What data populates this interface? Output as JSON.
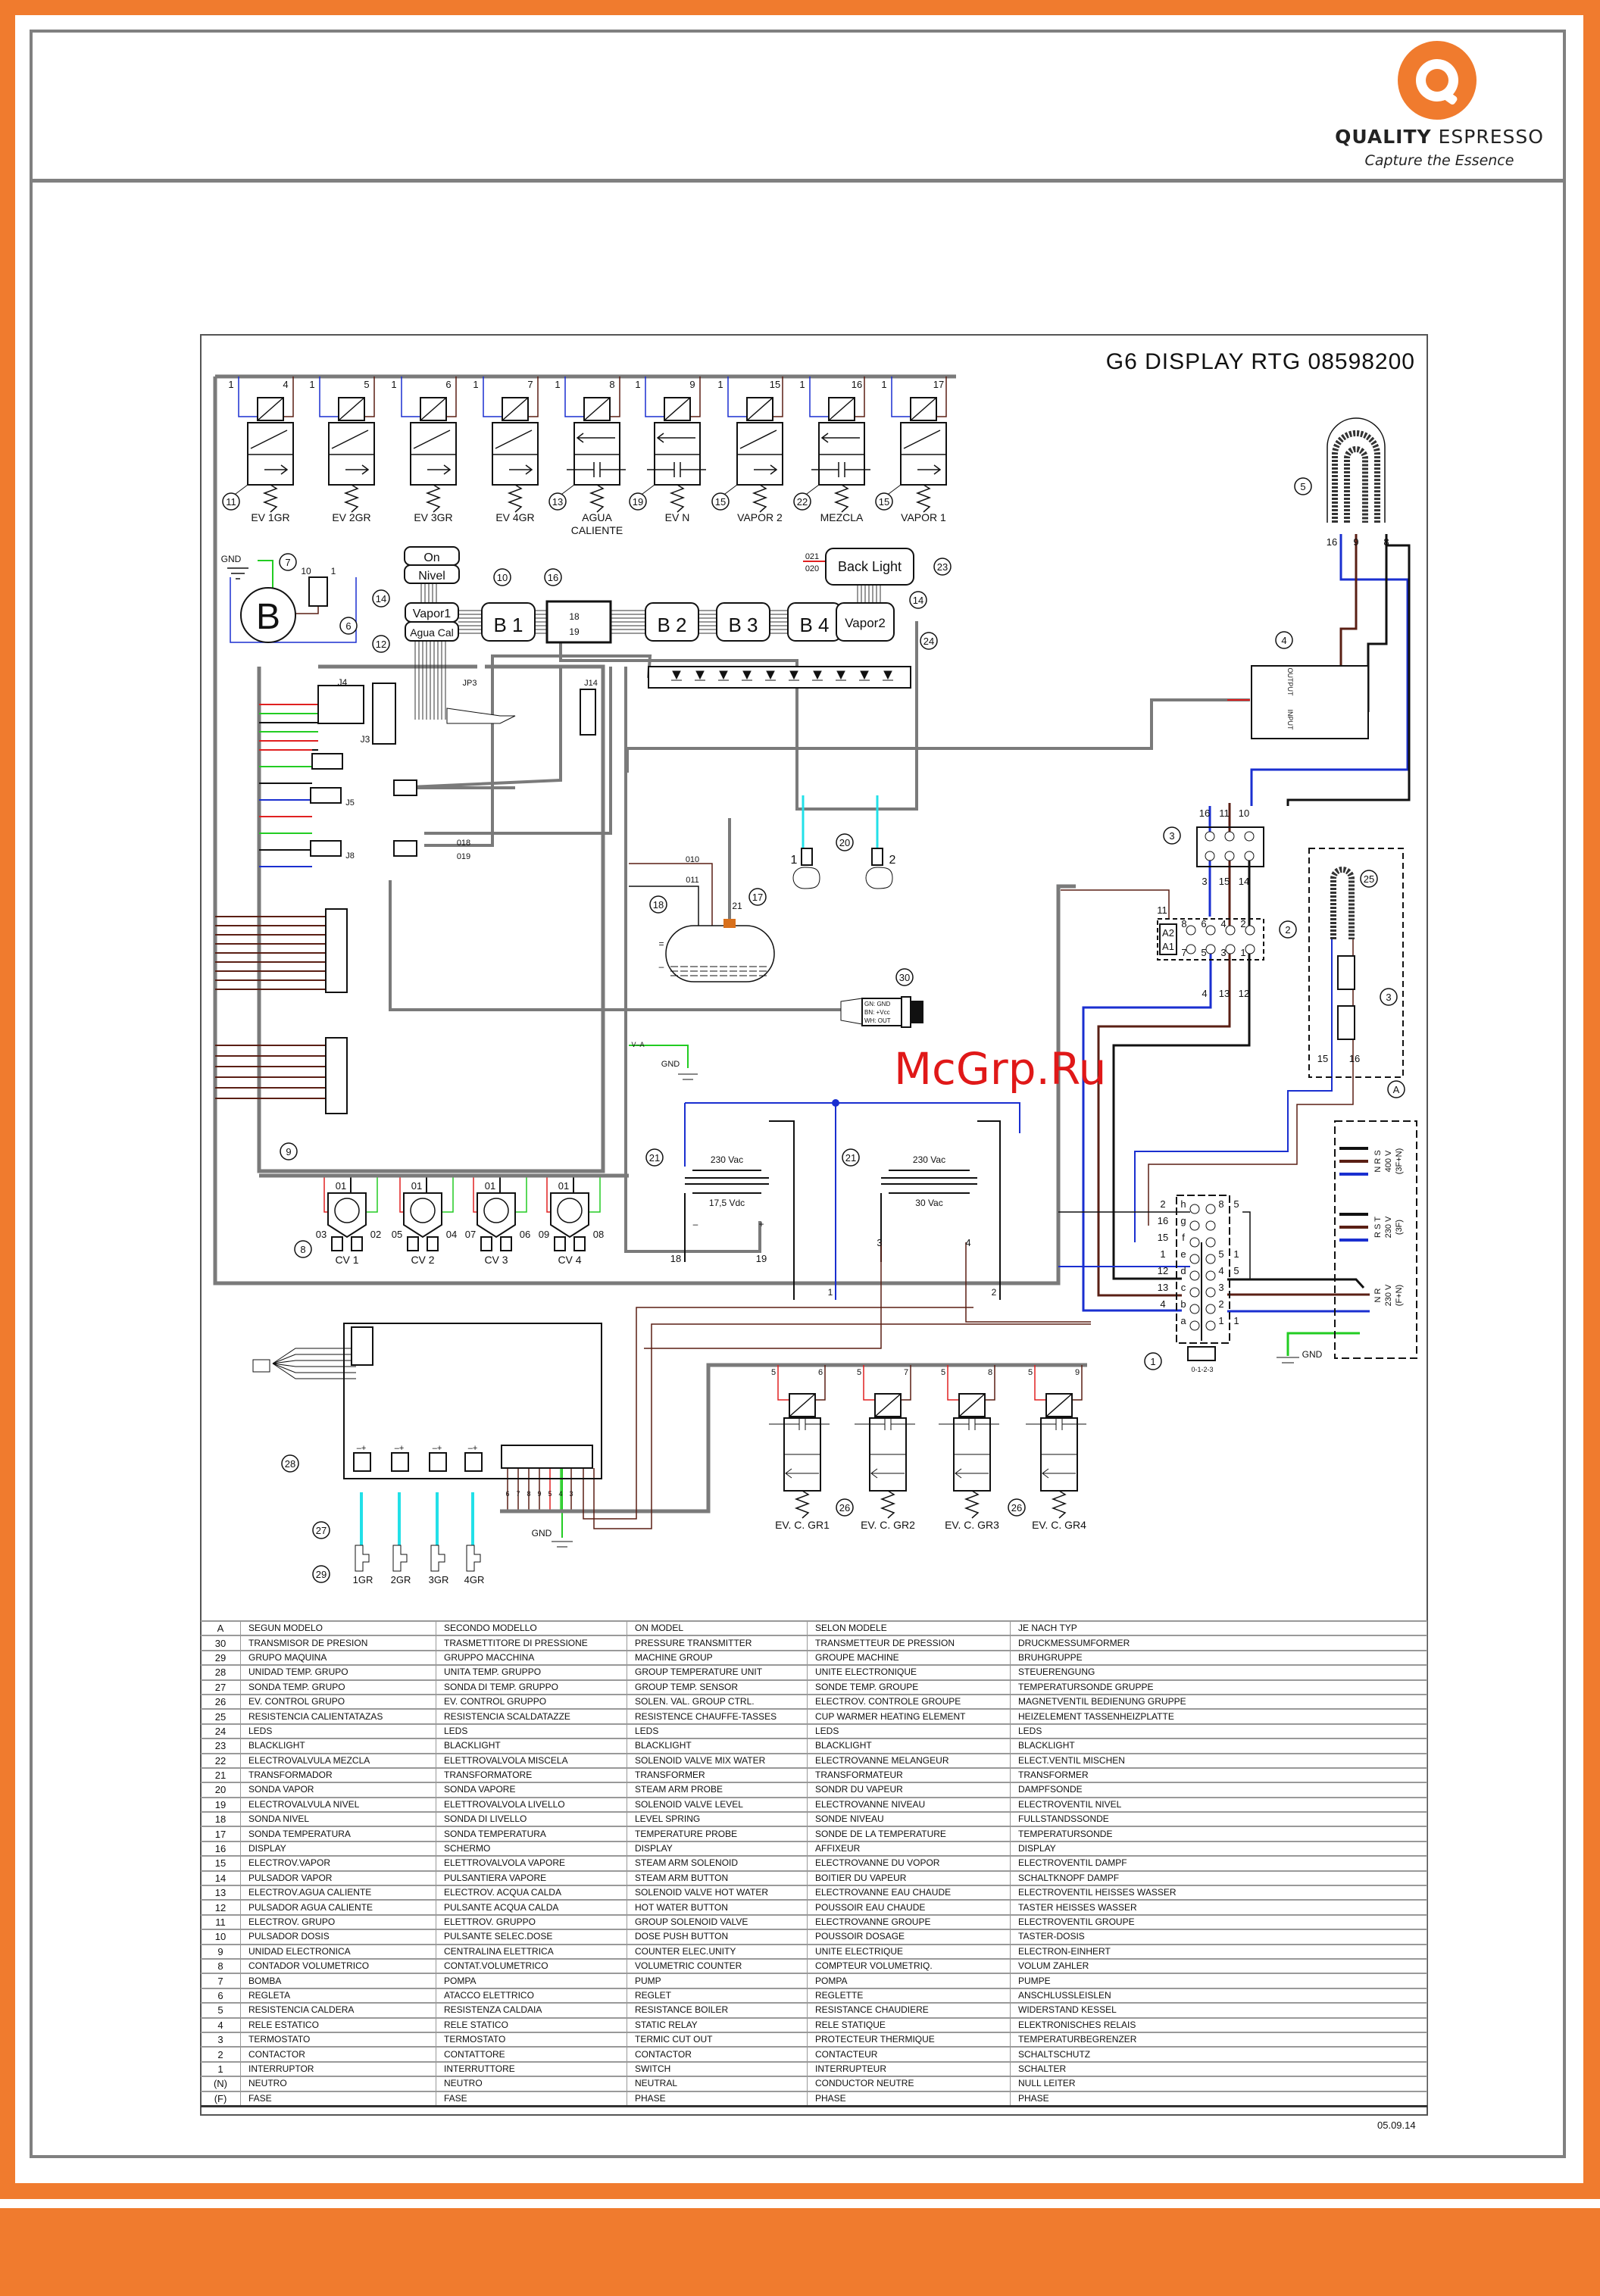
{
  "header": {
    "brand_bold": "QUALITY",
    "brand_light": "ESPRESSO",
    "tagline": "Capture the Essence"
  },
  "colors": {
    "brand_orange": "#F07B2E",
    "wire_blue": "#1a2fd0",
    "wire_brown": "#5a1f14",
    "wire_black": "#111111",
    "wire_green": "#22cc22",
    "wire_red": "#e02020",
    "wire_cyan": "#22e0e8",
    "harness_grey": "#7a7a7a"
  },
  "diagram": {
    "title": "G6 DISPLAY RTG 08598200",
    "top_valves": [
      {
        "left": "1",
        "right": "4",
        "callout": "11",
        "label": "EV 1GR",
        "label2": "",
        "type": "3way"
      },
      {
        "left": "1",
        "right": "5",
        "callout": "",
        "label": "EV 2GR",
        "label2": "",
        "type": "3way"
      },
      {
        "left": "1",
        "right": "6",
        "callout": "",
        "label": "EV 3GR",
        "label2": "",
        "type": "3way"
      },
      {
        "left": "1",
        "right": "7",
        "callout": "",
        "label": "EV 4GR",
        "label2": "",
        "type": "3way"
      },
      {
        "left": "1",
        "right": "8",
        "callout": "13",
        "label": "AGUA",
        "label2": "CALIENTE",
        "type": "2way"
      },
      {
        "left": "1",
        "right": "9",
        "callout": "19",
        "label": "EV  N",
        "label2": "",
        "type": "2way"
      },
      {
        "left": "1",
        "right": "15",
        "callout": "15",
        "label": "VAPOR  2",
        "label2": "",
        "type": "3way"
      },
      {
        "left": "1",
        "right": "16",
        "callout": "22",
        "label": "MEZCLA",
        "label2": "",
        "type": "2way"
      },
      {
        "left": "1",
        "right": "17",
        "callout": "15",
        "label": "VAPOR  1",
        "label2": "",
        "type": "3way"
      }
    ],
    "pump": {
      "letter": "B",
      "gnd": "GND",
      "callout": "7",
      "reglet_callout": "6",
      "reglet_left": "10",
      "reglet_right": "1"
    },
    "display_panel": {
      "on": "On",
      "nivel": "Nivel",
      "vapor1": "Vapor1",
      "agua_cal": "Agua Cal",
      "b1": "B 1",
      "b2": "B 2",
      "b3": "B 3",
      "b4": "B 4",
      "vapor2": "Vapor2",
      "back_light": "Back Light",
      "w021": "021",
      "w020": "020",
      "pin18": "18",
      "pin19": "19",
      "callout_vapor1": "14",
      "callout_agua": "12",
      "callout_b1": "10",
      "callout_display": "16",
      "callout_backlight": "23",
      "callout_vapor2": "14",
      "callout_leds": "24"
    },
    "control_unit": {
      "callout": "9",
      "j4": "J4",
      "j3": "J3",
      "jp3": "JP3",
      "j14": "J14",
      "j8": "J8",
      "j5": "J5",
      "w018": "018",
      "w019": "019"
    },
    "counters": [
      {
        "top": "01",
        "left": "03",
        "right": "02",
        "label": "CV  1"
      },
      {
        "top": "01",
        "left": "05",
        "right": "04",
        "label": "CV  2"
      },
      {
        "top": "01",
        "left": "07",
        "right": "06",
        "label": "CV  3"
      },
      {
        "top": "01",
        "left": "09",
        "right": "08",
        "label": "CV  4"
      }
    ],
    "counter_callout": "8",
    "boiler": {
      "w010": "010",
      "w011": "011",
      "w21": "21",
      "level_callout": "18",
      "temp_callout": "17",
      "eq": "=",
      "minus": "–"
    },
    "steam_probes": {
      "callout": "20",
      "p1": "1",
      "p2": "2"
    },
    "pressure_transmitter": {
      "callout": "30",
      "gn": "GN:  GND",
      "bn": "BN:  +Vcc",
      "wh": "WH:  OUT"
    },
    "gnd_va": {
      "va": "V–A",
      "gnd": "GND"
    },
    "transformers": [
      {
        "callout": "21",
        "primary": "230 Vac",
        "secondary": "17,5 Vdc",
        "minus": "–",
        "plus": "+",
        "out_left": "18",
        "out_right": "19"
      },
      {
        "callout": "21",
        "primary": "230 Vac",
        "secondary": "30  Vac",
        "out_left": "3",
        "out_right": "4"
      }
    ],
    "bus_numbers": {
      "n1": "1",
      "n2": "2"
    },
    "heater": {
      "callout": "5",
      "w16": "16",
      "w9": "9",
      "w8": "8"
    },
    "static_relay": {
      "callout": "4",
      "text_a": "OUTPUT",
      "text_b": "INPUT"
    },
    "thermostat": {
      "callout": "3",
      "top": [
        "16",
        "11",
        "10"
      ],
      "bottom": [
        "3",
        "15",
        "14"
      ]
    },
    "contactor": {
      "callout": "2",
      "a2": "A2",
      "a1": "A1",
      "w11": "11",
      "top": [
        "8",
        "6",
        "4",
        "2"
      ],
      "bottom": [
        "7",
        "5",
        "3",
        "1"
      ],
      "out": [
        "4",
        "13",
        "12"
      ]
    },
    "cup_warmer": {
      "callout": "25",
      "thermo_callout": "3",
      "w15": "15",
      "w16": "16",
      "group_callout": "A"
    },
    "main_switch": {
      "callout": "1",
      "positions": "0-1-2-3",
      "letters": [
        "h",
        "g",
        "f",
        "e",
        "d",
        "c",
        "b",
        "a"
      ],
      "left_wires": [
        "2",
        "16",
        "15",
        "1",
        "12",
        "13",
        "4",
        ""
      ],
      "right_nums": [
        "8",
        "",
        "",
        "5",
        "4",
        "3",
        "2",
        "1"
      ],
      "right_wires": [
        "5",
        "",
        "",
        "1",
        "5",
        "",
        "",
        "1"
      ]
    },
    "power_supply": {
      "group1": {
        "phases": "N   R   S",
        "voltage": "400 V",
        "config": "(3F+N)"
      },
      "group2": {
        "phases": "R   S   T",
        "voltage": "230 V",
        "config": "(3F)"
      },
      "group3": {
        "phases": "N   R",
        "voltage": "230 V",
        "config": "(F+N)"
      },
      "gnd": "GND"
    },
    "group_unit": {
      "callout": "28",
      "sensor_callout": "27",
      "button_callout": "29",
      "polarity": "–+",
      "gnd": "GND",
      "pins": [
        "6",
        "7",
        "8",
        "9",
        "5",
        "4",
        "3"
      ],
      "buttons": [
        "1GR",
        "2GR",
        "3GR",
        "4GR"
      ]
    },
    "group_valves": [
      {
        "left": "5",
        "right": "6",
        "label": "EV.  C.  GR1"
      },
      {
        "left": "5",
        "right": "7",
        "label": "EV.  C.  GR2"
      },
      {
        "left": "5",
        "right": "8",
        "label": "EV.  C.  GR3"
      },
      {
        "left": "5",
        "right": "9",
        "label": "EV.  C.  GR4"
      }
    ],
    "group_valves_callout": "26"
  },
  "legend": {
    "rows": [
      [
        "A",
        "SEGUN MODELO",
        "SECONDO MODELLO",
        "ON MODEL",
        "SELON MODELE",
        "JE NACH TYP"
      ],
      [
        "30",
        "TRANSMISOR DE PRESION",
        "TRASMETTITORE DI PRESSIONE",
        "PRESSURE TRANSMITTER",
        "TRANSMETTEUR DE PRESSION",
        "DRUCKMESSUMFORMER"
      ],
      [
        "29",
        "GRUPO MAQUINA",
        "GRUPPO MACCHINA",
        "MACHINE GROUP",
        "GROUPE MACHINE",
        "BRUHGRUPPE"
      ],
      [
        "28",
        "UNIDAD TEMP. GRUPO",
        "UNITA TEMP. GRUPPO",
        "GROUP TEMPERATURE UNIT",
        "UNITE ELECTRONIQUE",
        "STEUERENGUNG"
      ],
      [
        "27",
        "SONDA TEMP. GRUPO",
        "SONDA DI TEMP. GRUPPO",
        "GROUP TEMP. SENSOR",
        "SONDE TEMP. GROUPE",
        "TEMPERATURSONDE GRUPPE"
      ],
      [
        "26",
        "EV. CONTROL GRUPO",
        "EV. CONTROL GRUPPO",
        "SOLEN. VAL. GROUP CTRL.",
        "ELECTROV. CONTROLE GROUPE",
        "MAGNETVENTIL BEDIENUNG GRUPPE"
      ],
      [
        "25",
        "RESISTENCIA CALIENTATAZAS",
        "RESISTENCIA SCALDATAZZE",
        "RESISTENCE CHAUFFE-TASSES",
        "CUP WARMER HEATING ELEMENT",
        "HEIZELEMENT TASSENHEIZPLATTE"
      ],
      [
        "24",
        "LEDS",
        "LEDS",
        "LEDS",
        "LEDS",
        "LEDS"
      ],
      [
        "23",
        "BLACKLIGHT",
        "BLACKLIGHT",
        "BLACKLIGHT",
        "BLACKLIGHT",
        "BLACKLIGHT"
      ],
      [
        "22",
        "ELECTROVALVULA MEZCLA",
        "ELETTROVALVOLA MISCELA",
        "SOLENOID VALVE MIX WATER",
        "ELECTROVANNE MELANGEUR",
        "ELECT.VENTIL MISCHEN"
      ],
      [
        "21",
        "TRANSFORMADOR",
        "TRANSFORMATORE",
        "TRANSFORMER",
        "TRANSFORMATEUR",
        "TRANSFORMER"
      ],
      [
        "20",
        "SONDA VAPOR",
        "SONDA VAPORE",
        "STEAM ARM PROBE",
        "SONDR DU VAPEUR",
        "DAMPFSONDE"
      ],
      [
        "19",
        "ELECTROVALVULA NIVEL",
        "ELETTROVALVOLA LIVELLO",
        "SOLENOID VALVE LEVEL",
        "ELECTROVANNE NIVEAU",
        "ELECTROVENTIL NIVEL"
      ],
      [
        "18",
        "SONDA NIVEL",
        "SONDA DI LIVELLO",
        "LEVEL SPRING",
        "SONDE NIVEAU",
        "FULLSTANDSSONDE"
      ],
      [
        "17",
        "SONDA TEMPERATURA",
        "SONDA TEMPERATURA",
        "TEMPERATURE PROBE",
        "SONDE DE LA TEMPERATURE",
        "TEMPERATURSONDE"
      ],
      [
        "16",
        "DISPLAY",
        "SCHERMO",
        "DISPLAY",
        "AFFIXEUR",
        "DISPLAY"
      ],
      [
        "15",
        "ELECTROV.VAPOR",
        "ELETTROVALVOLA VAPORE",
        "STEAM ARM SOLENOID",
        "ELECTROVANNE DU VOPOR",
        "ELECTROVENTIL DAMPF"
      ],
      [
        "14",
        "PULSADOR VAPOR",
        "PULSANTIERA VAPORE",
        "STEAM ARM BUTTON",
        "BOITIER DU VAPEUR",
        "SCHALTKNOPF DAMPF"
      ],
      [
        "13",
        "ELECTROV.AGUA CALIENTE",
        "ELECTROV. ACQUA CALDA",
        "SOLENOID VALVE HOT WATER",
        "ELECTROVANNE EAU CHAUDE",
        "ELECTROVENTIL HEISSES WASSER"
      ],
      [
        "12",
        "PULSADOR AGUA CALIENTE",
        "PULSANTE ACQUA CALDA",
        "HOT WATER BUTTON",
        "POUSSOIR EAU CHAUDE",
        "TASTER HEISSES WASSER"
      ],
      [
        "11",
        "ELECTROV. GRUPO",
        "ELETTROV. GRUPPO",
        "GROUP SOLENOID VALVE",
        "ELECTROVANNE GROUPE",
        "ELECTROVENTIL GROUPE"
      ],
      [
        "10",
        "PULSADOR DOSIS",
        "PULSANTE SELEC.DOSE",
        "DOSE PUSH BUTTON",
        "POUSSOIR DOSAGE",
        "TASTER-DOSIS"
      ],
      [
        "9",
        "UNIDAD ELECTRONICA",
        "CENTRALINA ELETTRICA",
        "COUNTER ELEC.UNITY",
        "UNITE ELECTRIQUE",
        "ELECTRON-EINHERT"
      ],
      [
        "8",
        "CONTADOR VOLUMETRICO",
        "CONTAT.VOLUMETRICO",
        "VOLUMETRIC COUNTER",
        "COMPTEUR VOLUMETRIQ.",
        "VOLUM ZAHLER"
      ],
      [
        "7",
        "BOMBA",
        "POMPA",
        "PUMP",
        "POMPA",
        "PUMPE"
      ],
      [
        "6",
        "REGLETA",
        "ATACCO ELETTRICO",
        "REGLET",
        "REGLETTE",
        "ANSCHLUSSLEISLEN"
      ],
      [
        "5",
        "RESISTENCIA CALDERA",
        "RESISTENZA CALDAIA",
        "RESISTANCE BOILER",
        "RESISTANCE CHAUDIERE",
        "WIDERSTAND KESSEL"
      ],
      [
        "4",
        "RELE ESTATICO",
        "RELE STATICO",
        "STATIC RELAY",
        "RELE STATIQUE",
        "ELEKTRONISCHES RELAIS"
      ],
      [
        "3",
        "TERMOSTATO",
        "TERMOSTATO",
        "TERMIC CUT OUT",
        "PROTECTEUR THERMIQUE",
        "TEMPERATURBEGRENZER"
      ],
      [
        "2",
        "CONTACTOR",
        "CONTATTORE",
        "CONTACTOR",
        "CONTACTEUR",
        "SCHALTSCHUTZ"
      ],
      [
        "1",
        "INTERRUPTOR",
        "INTERRUTTORE",
        "SWITCH",
        "INTERRUPTEUR",
        "SCHALTER"
      ],
      [
        "(N)",
        "NEUTRO",
        "NEUTRO",
        "NEUTRAL",
        "CONDUCTOR NEUTRE",
        "NULL LEITER"
      ],
      [
        "(F)",
        "FASE",
        "FASE",
        "PHASE",
        "PHASE",
        "PHASE"
      ]
    ]
  },
  "date": "05.09.14",
  "watermark": "McGrp.Ru"
}
